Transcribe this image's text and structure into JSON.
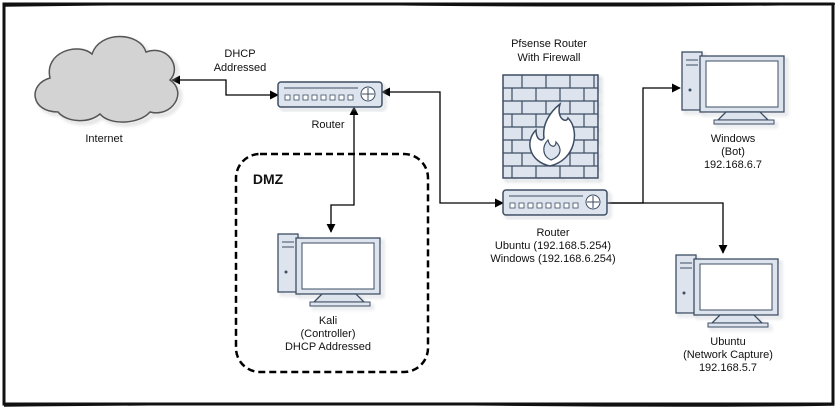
{
  "labels": {
    "dhcp_line1": "DHCP",
    "dhcp_line2": "Addressed",
    "internet": "Internet",
    "router_top": "Router",
    "dmz": "DMZ",
    "kali_line1": "Kali",
    "kali_line2": "(Controller)",
    "kali_line3": "DHCP Addressed",
    "pfsense_line1": "Pfsense Router",
    "pfsense_line2": "With Firewall",
    "router_bottom_line1": "Router",
    "router_bottom_line2": "Ubuntu (192.168.5.254)",
    "router_bottom_line3": "Windows (192.168.6.254)",
    "windows_line1": "Windows",
    "windows_line2": "(Bot)",
    "windows_line3": "192.168.6.7",
    "ubuntu_line1": "Ubuntu",
    "ubuntu_line2": "(Network Capture)",
    "ubuntu_line3": "192.168.5.7"
  },
  "colors": {
    "device_fill": "#dde4ee",
    "device_stroke": "#3d4d63",
    "screen_fill": "#ffffff",
    "cloud_fill": "#d3d3d3",
    "cloud_stroke": "#555555",
    "firewall_fill": "#dde4ee",
    "line": "#000000"
  },
  "icons": {
    "internet": "cloud-icon",
    "routers": "router-icon",
    "firewall": "firewall-icon",
    "computers": "desktop-computer-icon"
  }
}
